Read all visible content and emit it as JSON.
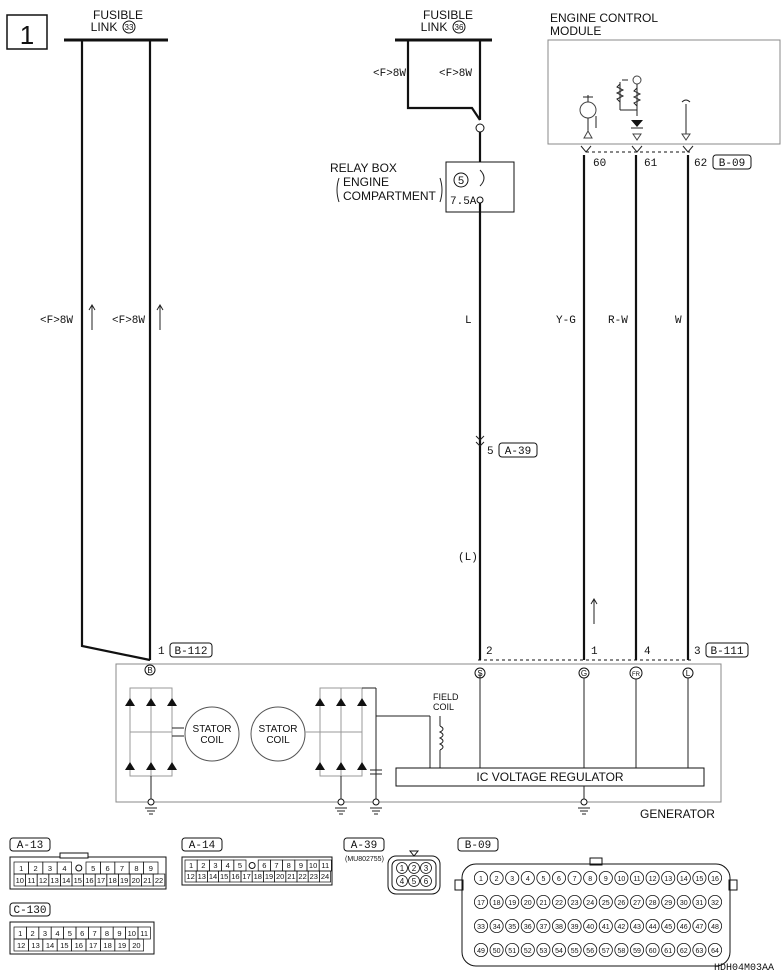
{
  "page_label": "1",
  "fusible_link_33": {
    "line1": "FUSIBLE",
    "line2": "LINK",
    "num": "33"
  },
  "fusible_link_36": {
    "line1": "FUSIBLE",
    "line2": "LINK",
    "num": "36"
  },
  "ecm": {
    "line1": "ENGINE CONTROL",
    "line2": "MODULE",
    "connector": "B-09"
  },
  "ecm_pins": [
    "60",
    "61",
    "62"
  ],
  "relay_box": {
    "line1": "RELAY BOX",
    "line2": "ENGINE",
    "line3": "COMPARTMENT",
    "fuse_num": "5",
    "fuse_rating": "7.5A"
  },
  "wires": {
    "f8w": "<F>8W",
    "l": "L",
    "yg": "Y-G",
    "rw": "R-W",
    "w": "W",
    "l_paren": "(L)"
  },
  "a39_junction": {
    "pin": "5",
    "connector": "A-39"
  },
  "gen_pins": {
    "p1": "1",
    "p2": "2",
    "p3": "1",
    "p4": "4",
    "p5": "3"
  },
  "gen_connectors": {
    "left": "B-112",
    "right": "B-111"
  },
  "gen_terminals": [
    "B",
    "S",
    "G",
    "FR",
    "L"
  ],
  "generator": {
    "label": "GENERATOR",
    "stator1a": "STATOR",
    "stator1b": "COIL",
    "stator2a": "STATOR",
    "stator2b": "COIL",
    "field_a": "FIELD",
    "field_b": "COIL",
    "regulator": "IC VOLTAGE REGULATOR"
  },
  "connectors": {
    "a13": {
      "name": "A-13",
      "row1": [
        "1",
        "2",
        "3",
        "4",
        "",
        "5",
        "6",
        "7",
        "8",
        "9"
      ],
      "row2": [
        "10",
        "11",
        "12",
        "13",
        "14",
        "15",
        "16",
        "17",
        "18",
        "19",
        "20",
        "21",
        "22"
      ]
    },
    "a14": {
      "name": "A-14",
      "row1": [
        "1",
        "2",
        "3",
        "4",
        "5",
        "",
        "6",
        "7",
        "8",
        "9",
        "10",
        "11"
      ],
      "row2": [
        "12",
        "13",
        "14",
        "15",
        "16",
        "17",
        "18",
        "19",
        "20",
        "21",
        "22",
        "23",
        "24"
      ]
    },
    "a39": {
      "name": "A-39",
      "part": "(MU802755)",
      "row1": [
        "1",
        "2",
        "3"
      ],
      "row2": [
        "4",
        "5",
        "6"
      ]
    },
    "b09": {
      "name": "B-09",
      "rows": [
        [
          "1",
          "2",
          "3",
          "4",
          "5",
          "6",
          "7",
          "8",
          "9",
          "10",
          "11",
          "12",
          "13",
          "14",
          "15",
          "16"
        ],
        [
          "17",
          "18",
          "19",
          "20",
          "21",
          "22",
          "23",
          "24",
          "25",
          "26",
          "27",
          "28",
          "29",
          "30",
          "31",
          "32"
        ],
        [
          "33",
          "34",
          "35",
          "36",
          "37",
          "38",
          "39",
          "40",
          "41",
          "42",
          "43",
          "44",
          "45",
          "46",
          "47",
          "48"
        ],
        [
          "49",
          "50",
          "51",
          "52",
          "53",
          "54",
          "55",
          "56",
          "57",
          "58",
          "59",
          "60",
          "61",
          "62",
          "63",
          "64"
        ]
      ]
    },
    "c130": {
      "name": "C-130",
      "row1": [
        "1",
        "2",
        "3",
        "4",
        "5",
        "6",
        "7",
        "8",
        "9",
        "10",
        "11"
      ],
      "row2": [
        "12",
        "13",
        "14",
        "15",
        "16",
        "17",
        "18",
        "19",
        "20"
      ]
    }
  },
  "footer_code": "HDH04M03AA"
}
